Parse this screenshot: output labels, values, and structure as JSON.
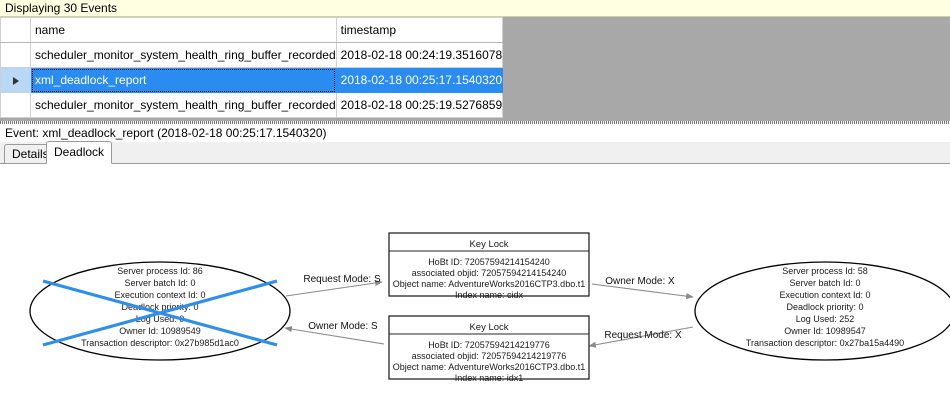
{
  "banner": {
    "text": "Displaying 30 Events"
  },
  "grid": {
    "columns": [
      "",
      "name",
      "timestamp"
    ],
    "rows": [
      {
        "selector": "",
        "name": "scheduler_monitor_system_health_ring_buffer_recorded",
        "timestamp": "2018-02-18 00:24:19.3516078",
        "selected": false
      },
      {
        "selector": "▶",
        "name": "xml_deadlock_report",
        "timestamp": "2018-02-18 00:25:17.1540320",
        "selected": true
      },
      {
        "selector": "",
        "name": "scheduler_monitor_system_health_ring_buffer_recorded",
        "timestamp": "2018-02-18 00:25:19.5276859",
        "selected": false
      }
    ],
    "selection_color": "#2a8cf0",
    "header_bg": "#ffffff",
    "filler_bg": "#a8a8a8"
  },
  "event_caption": {
    "text": "Event: xml_deadlock_report (2018-02-18 00:25:17.1540320)"
  },
  "tabs": [
    {
      "label": "Details",
      "active": false
    },
    {
      "label": "Deadlock",
      "active": true
    }
  ],
  "deadlock": {
    "victim_cross_color": "#2f8fe8",
    "node_stroke": "#000000",
    "edge_color": "#808080",
    "processes": [
      {
        "side": "left",
        "is_victim": true,
        "lines": [
          "Server process Id: 86",
          "Server batch Id: 0",
          "Execution context Id: 0",
          "Deadlock priority: 0",
          "Log Used: 0",
          "Owner Id: 10989549",
          "Transaction descriptor: 0x27b985d1ac0"
        ]
      },
      {
        "side": "right",
        "is_victim": false,
        "lines": [
          "Server process Id: 58",
          "Server batch Id: 0",
          "Execution context Id: 0",
          "Deadlock priority: 0",
          "Log Used: 252",
          "Owner Id: 10989547",
          "Transaction descriptor: 0x27ba15a4490"
        ]
      }
    ],
    "resources": [
      {
        "position": "top",
        "title": "Key Lock",
        "lines": [
          "HoBt ID: 72057594214154240",
          "associated objid: 72057594214154240",
          "Object name: AdventureWorks2016CTP3.dbo.t1",
          "Index name: cidx"
        ]
      },
      {
        "position": "bottom",
        "title": "Key Lock",
        "lines": [
          "HoBt ID: 72057594214219776",
          "associated objid: 72057594214219776",
          "Object name: AdventureWorks2016CTP3.dbo.t1",
          "Index name: idx1"
        ]
      }
    ],
    "edges": [
      {
        "id": "left-request-top",
        "label": "Request Mode: S",
        "direction": "to-resource"
      },
      {
        "id": "top-owner-right",
        "label": "Owner Mode: X",
        "direction": "to-process"
      },
      {
        "id": "bottom-owner-left",
        "label": "Owner Mode: S",
        "direction": "to-process"
      },
      {
        "id": "right-request-bottom",
        "label": "Request Mode: X",
        "direction": "to-resource"
      }
    ]
  }
}
